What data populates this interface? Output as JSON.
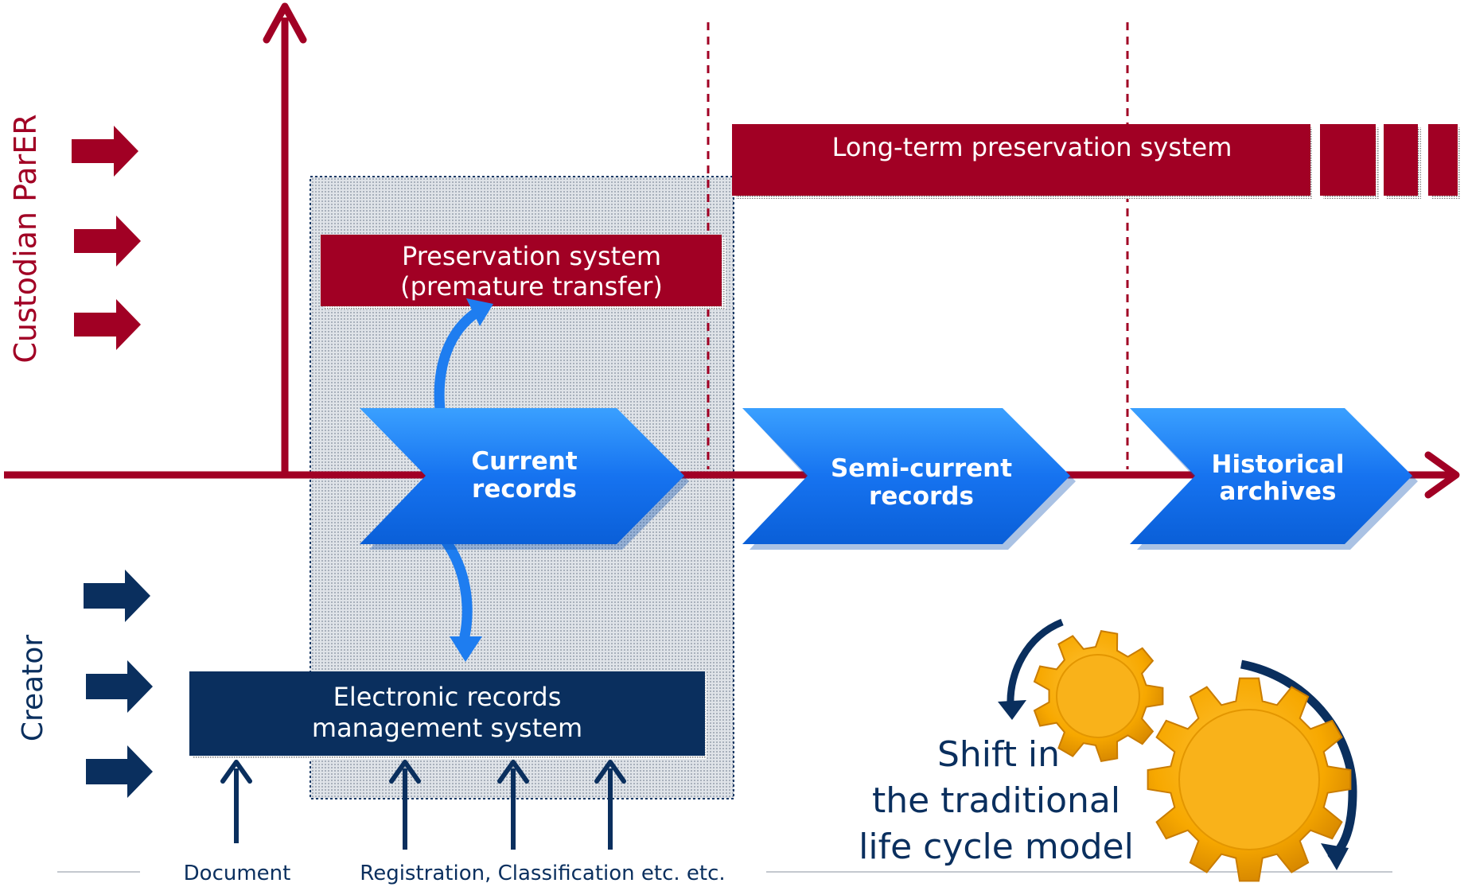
{
  "colors": {
    "dark_red": "#a10024",
    "navy": "#003366",
    "blue": "#1e88ff",
    "gear": "#f7a800",
    "hatch": "#c9ced6"
  },
  "labels": {
    "custodian": "Custodian ParER",
    "creator": "Creator",
    "long_term": "Long-term preservation system",
    "preservation_line1": "Preservation system",
    "preservation_line2": "(premature transfer)",
    "current_line1": "Current",
    "current_line2": "records",
    "semi_line1": "Semi-current",
    "semi_line2": "records",
    "historical_line1": "Historical",
    "historical_line2": "archives",
    "erms_line1": "Electronic records",
    "erms_line2": "management system",
    "document": "Document",
    "registration": "Registration, Classification etc. etc.",
    "shift_line1": "Shift in",
    "shift_line2": "the traditional",
    "shift_line3": "life cycle model"
  },
  "icons": {
    "right_arrow": "right-arrow-icon",
    "up_arrow": "up-arrow-icon",
    "gear": "gear-icon",
    "rotation": "rotation-arrow-icon"
  }
}
